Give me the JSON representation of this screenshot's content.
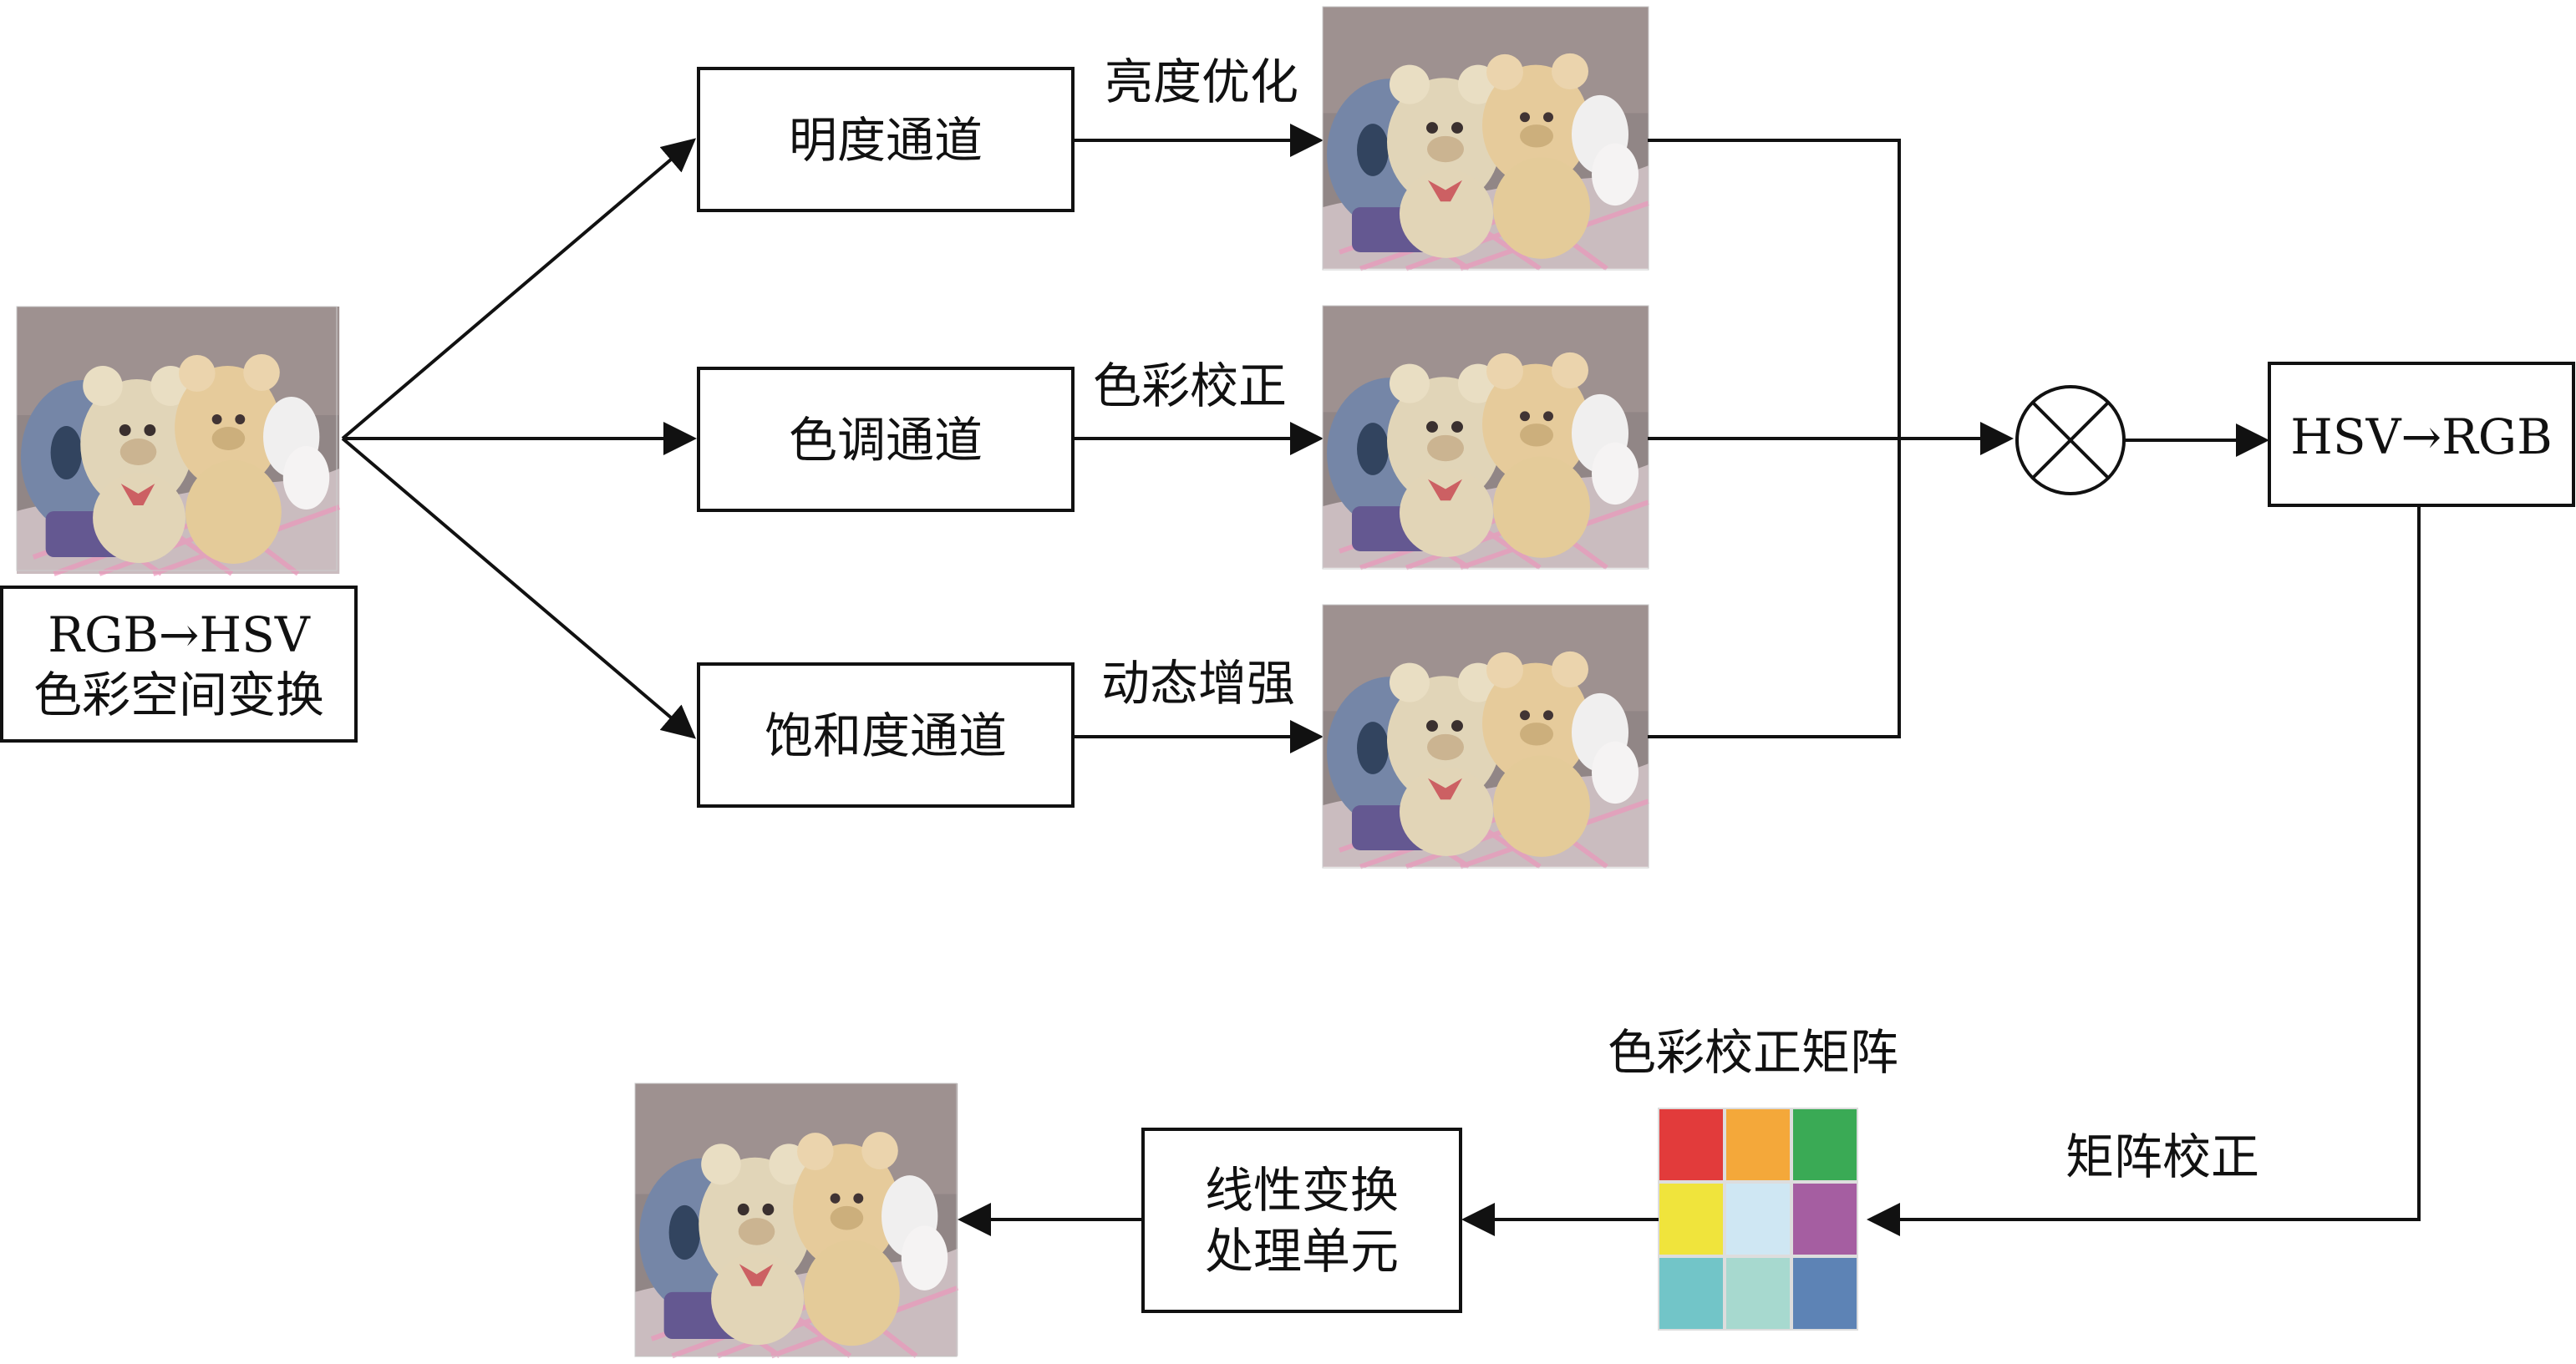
{
  "nodes": {
    "input_convert": {
      "line1": "RGB→HSV",
      "line2": "色彩空间变换"
    },
    "value_channel": {
      "label": "明度通道"
    },
    "hue_channel": {
      "label": "色调通道"
    },
    "saturation_channel": {
      "label": "饱和度通道"
    },
    "convert_back": {
      "label": "HSV→RGB"
    },
    "linear_unit": {
      "line1": "线性变换",
      "line2": "处理单元"
    }
  },
  "edge_labels": {
    "brightness_opt": "亮度优化",
    "color_correction": "色彩校正",
    "dynamic_enhance": "动态增强",
    "matrix_correction": "矩阵校正"
  },
  "matrix": {
    "title": "色彩校正矩阵",
    "cells": [
      "#e23b3b",
      "#f4a83a",
      "#3aaa55",
      "#f0e43c",
      "#cfe7f3",
      "#a55ea1",
      "#72c5c8",
      "#a7d9cf",
      "#5d83b5"
    ]
  },
  "photos": {
    "input_photo": "teddy-bears-photo",
    "value_output_photo": "teddy-bears-photo",
    "hue_output_photo": "teddy-bears-photo",
    "saturation_output_photo": "teddy-bears-photo",
    "final_output_photo": "teddy-bears-photo"
  }
}
